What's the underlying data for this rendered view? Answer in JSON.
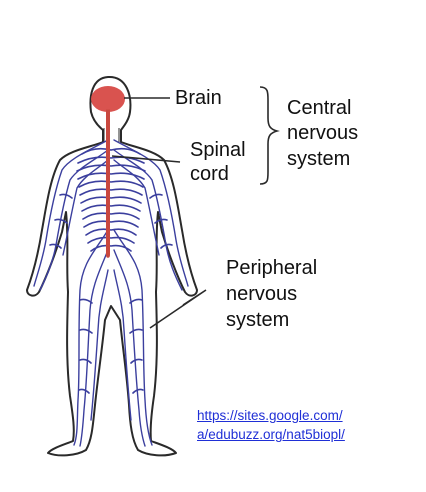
{
  "labels": {
    "brain": "Brain",
    "spinal_cord_line1": "Spinal",
    "spinal_cord_line2": "cord",
    "cns_line1": "Central",
    "cns_line2": "nervous",
    "cns_line3": "system",
    "pns_line1": "Peripheral",
    "pns_line2": "nervous",
    "pns_line3": "system"
  },
  "source_link": {
    "line1": "https://sites.google.com/",
    "line2": "a/edubuzz.org/nat5biopl/"
  },
  "colors": {
    "brain": "#d9534f",
    "spinal_cord": "#c9483f",
    "nerves": "#3b3f9e",
    "outline": "#2a2a2a",
    "link": "#1f2fd6"
  }
}
